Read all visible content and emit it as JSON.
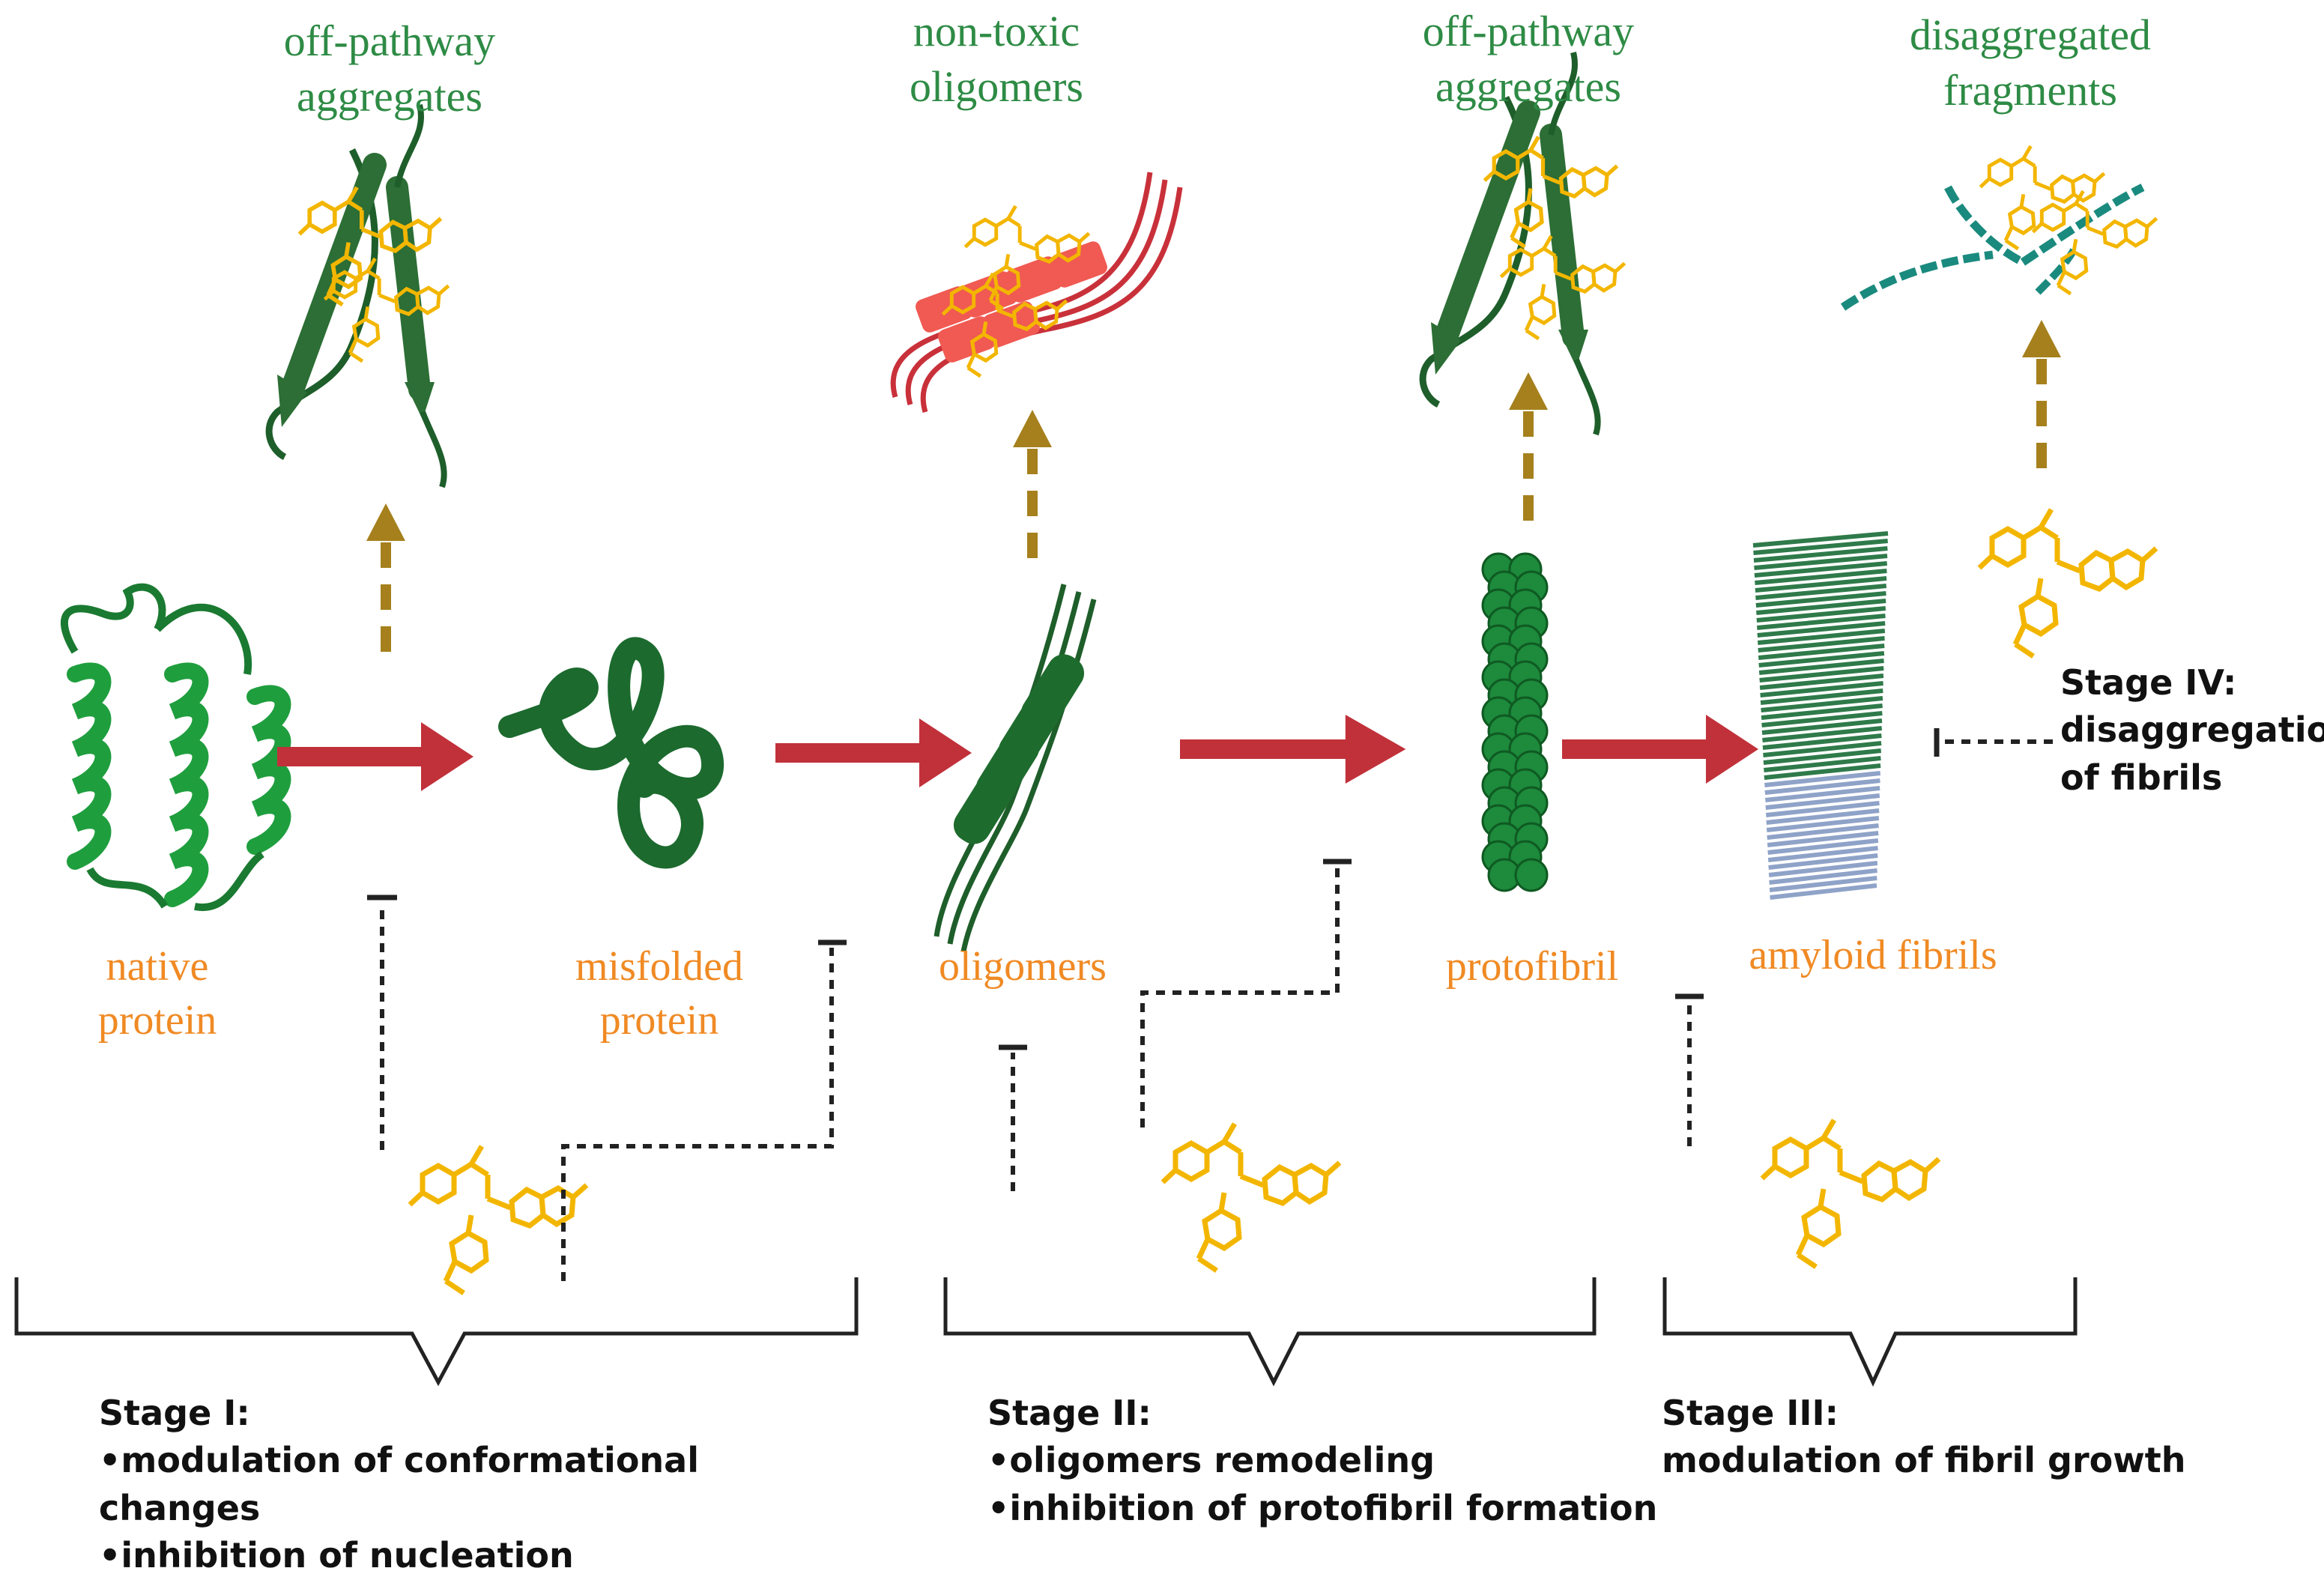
{
  "colors": {
    "reaction_arrow": "#c1313a",
    "dashed_arrow": "#a5801c",
    "label_green": "#2e8b45",
    "label_orange": "#f08a24",
    "protein_green": "#1a7a31",
    "ligand_yellow": "#f3b600"
  },
  "labels": {
    "offpathway_1": [
      "off-pathway",
      "aggregates"
    ],
    "nontoxic": [
      "non-toxic",
      "oligomers"
    ],
    "offpathway_2": [
      "off-pathway",
      "aggregates"
    ],
    "disaggregated": [
      "disaggregated",
      "fragments"
    ],
    "native": [
      "native",
      "protein"
    ],
    "misfolded": [
      "misfolded",
      "protein"
    ],
    "oligomers": "oligomers",
    "protofibril": "protofibril",
    "amyloid": "amyloid fibrils"
  },
  "stages": {
    "stage1": [
      "Stage I:",
      "•modulation of conformational",
      "changes",
      "•inhibition of nucleation"
    ],
    "stage2": [
      "Stage II:",
      "•oligomers remodeling",
      "•inhibition of protofibril formation"
    ],
    "stage3": [
      "Stage III:",
      "modulation of fibril growth"
    ],
    "stage4": [
      "Stage IV:",
      "disaggregation",
      "of  fibrils"
    ]
  }
}
